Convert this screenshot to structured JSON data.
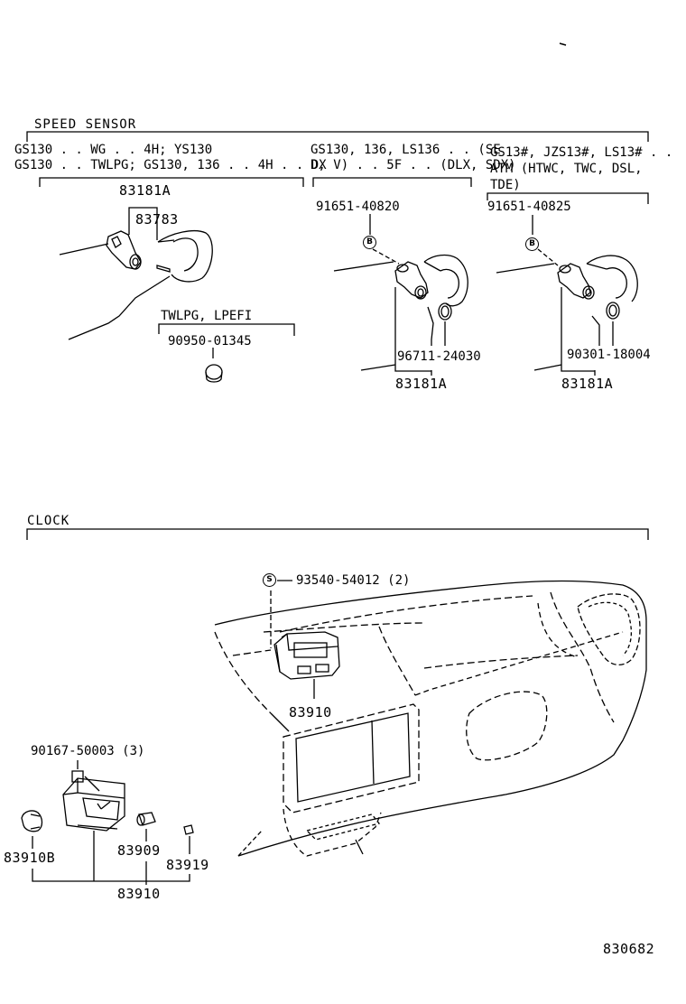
{
  "speed_sensor": {
    "title": "SPEED SENSOR",
    "group1": {
      "cond_line1": "GS130 . . WG . . 4H; YS130",
      "cond_line2": "GS130 . . TWLPG; GS130, 136 . . 4H . . DX",
      "part_main": "83181A",
      "part_sub": "83783",
      "sub_cond": "TWLPG, LPEFI",
      "sub_part": "90950-01345"
    },
    "group2": {
      "cond_line1": "GS130, 136, LS136 . . (SE",
      "cond_line2": "D, V) . . 5F . . (DLX, SDX)",
      "part_top": "91651-40820",
      "symbol": "B",
      "part_oring": "96711-24030",
      "part_main": "83181A"
    },
    "group3": {
      "cond_line1": "GS13#, JZS13#, LS13# . .",
      "cond_line2": "ATM (HTWC, TWC, DSL,",
      "cond_line3": "TDE)",
      "part_top": "91651-40825",
      "symbol": "B",
      "part_oring": "90301-18004",
      "part_main": "83181A"
    }
  },
  "clock": {
    "title": "CLOCK",
    "symbol": "S",
    "screw_part": "93540-54012 (2)",
    "clock_part": "83910",
    "screw2_part": "90167-50003 (3)",
    "bulb_holder": "83910B",
    "bulb": "83909",
    "knob": "83919",
    "assembly": "83910"
  },
  "diagram_number": "830682"
}
